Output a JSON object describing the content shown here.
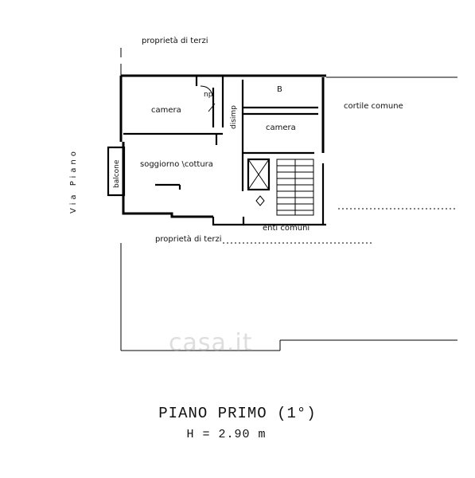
{
  "labels": {
    "third_party_top": "proprietà di terzi",
    "third_party_bottom": "proprietà di terzi",
    "courtyard": "cortile comune",
    "common_areas": "enti comuni",
    "street": "Via Piano",
    "balcony": "balcone",
    "bedroom_1": "camera",
    "bedroom_2": "camera",
    "living": "soggiorno \\cottura",
    "bath": "B",
    "disimp": "disimp",
    "np": "np"
  },
  "title": "PIANO PRIMO (1°)",
  "height_note": "H = 2.90 m",
  "watermark": "casa.it"
}
